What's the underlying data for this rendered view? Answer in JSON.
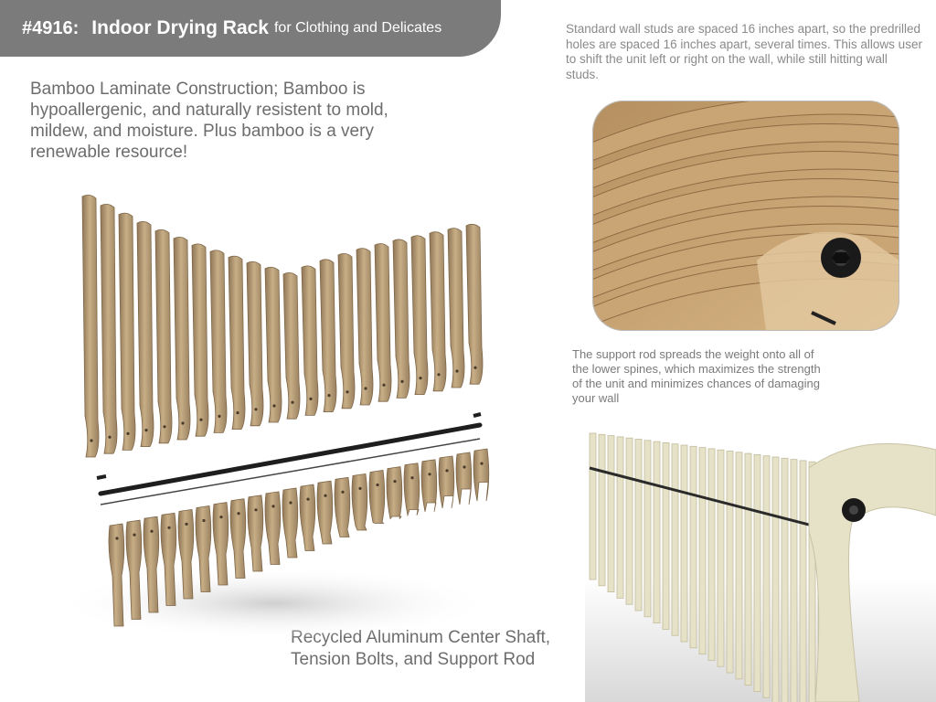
{
  "header": {
    "number": "#4916:",
    "title": "Indoor Drying Rack",
    "subtitle": "for Clothing and Delicates"
  },
  "captions": {
    "bamboo": "Bamboo Laminate Construction; Bamboo is hypoallergenic, and naturally resistent to mold, mildew, and moisture.  Plus bamboo is a very renewable resource!",
    "studs": "Standard wall studs are spaced 16 inches apart, so the predrilled holes are spaced 16 inches apart, several times. This allows user to shift the unit left or right on the wall, while still hitting wall studs.",
    "support_rod": "The support rod spreads the weight onto all of the lower spines, which maximizes the strength of the unit and minimizes chances of damaging your wall",
    "shaft_line1": "Recycled Aluminum Center Shaft,",
    "shaft_line2": "Tension Bolts, and Support Rod"
  },
  "colors": {
    "header_bg": "#7b7b7b",
    "bamboo_dark": "#a08a6a",
    "bamboo_light": "#d7c29e",
    "bamboo_pale": "#e6e2c7",
    "shaft": "#1e1e1e"
  }
}
